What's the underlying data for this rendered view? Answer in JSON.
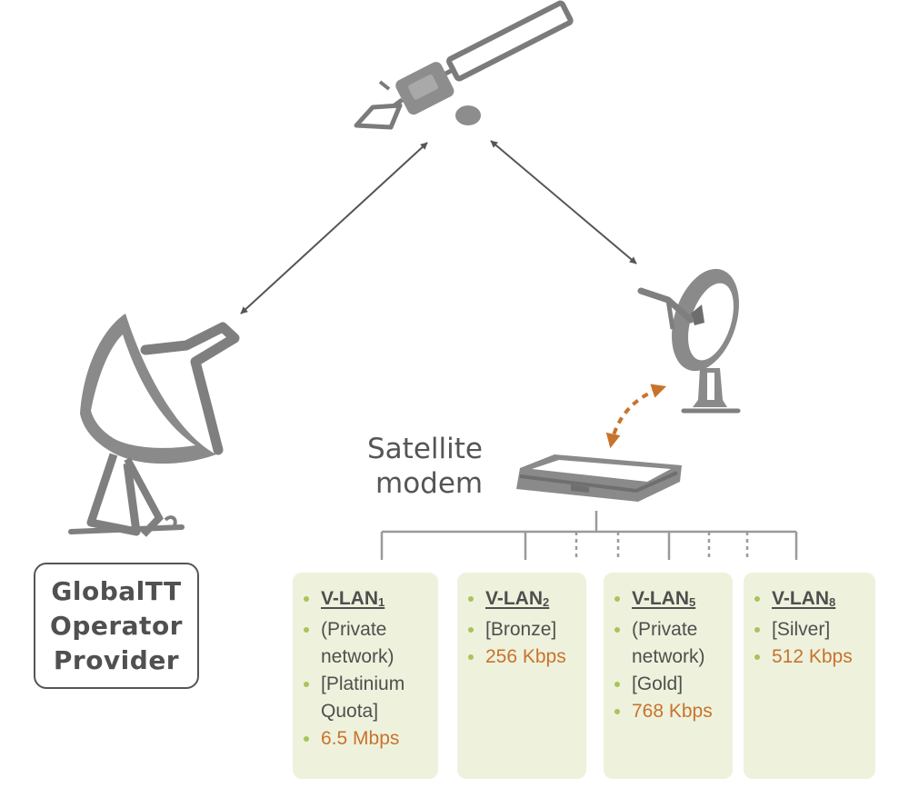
{
  "provider": {
    "lines": [
      "GlobalTT",
      "Operator",
      "Provider"
    ]
  },
  "modem": {
    "label_line1": "Satellite",
    "label_line2": "modem"
  },
  "vlans": [
    {
      "name": "V-LAN",
      "sub": "1",
      "desc": [
        "(Private",
        "network)"
      ],
      "tier": [
        "[Platinium",
        "Quota]"
      ],
      "speed": "6.5 Mbps"
    },
    {
      "name": "V-LAN",
      "sub": "2",
      "tier": [
        "[Bronze]"
      ],
      "speed": "256 Kbps"
    },
    {
      "name": "V-LAN",
      "sub": "5",
      "desc": [
        "(Private",
        "network)"
      ],
      "tier": [
        "[Gold]"
      ],
      "speed": "768 Kbps"
    },
    {
      "name": "V-LAN",
      "sub": "8",
      "tier": [
        "[Silver]"
      ],
      "speed": "512 Kbps"
    }
  ],
  "colors": {
    "accent": "#c8732d",
    "card_bg": "#eef2dc",
    "bullet": "#a8c45a",
    "device": "#8a8a8a",
    "text": "#505050"
  },
  "icons": [
    "satellite-icon",
    "ground-dish-icon",
    "user-dish-icon",
    "modem-icon"
  ]
}
